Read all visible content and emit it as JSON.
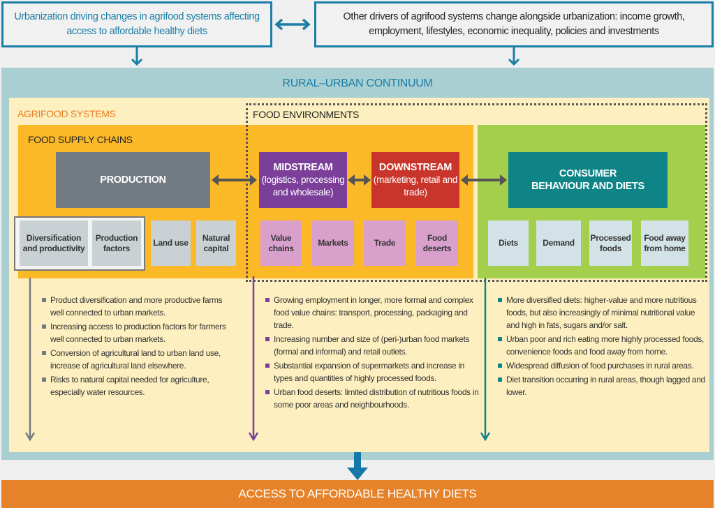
{
  "drivers": {
    "urbanization": "Urbanization driving changes in agrifood systems affecting access to affordable healthy diets",
    "other": "Other drivers of agrifood systems change alongside urbanization: income growth, employment, lifestyles, economic inequality, policies and investments"
  },
  "continuum_title": "RURAL–URBAN CONTINUUM",
  "agrifood_title": "AGRIFOOD SYSTEMS",
  "food_env_title": "FOOD ENVIRONMENTS",
  "supply_chains_title": "FOOD SUPPLY CHAINS",
  "production": "PRODUCTION",
  "midstream": {
    "title": "MIDSTREAM",
    "sub": "(logistics, processing and wholesale)"
  },
  "downstream": {
    "title": "DOWNSTREAM",
    "sub": "(marketing, retail and trade)"
  },
  "consumer": "CONSUMER BEHAVIOUR AND DIETS",
  "production_items": [
    "Diversification and productivity",
    "Production factors",
    "Land use",
    "Natural capital"
  ],
  "environment_items": [
    "Value chains",
    "Markets",
    "Trade",
    "Food deserts"
  ],
  "consumer_items": [
    "Diets",
    "Demand",
    "Processed foods",
    "Food away from home"
  ],
  "production_bullets": [
    "Product diversification and more productive farms well connected to urban markets.",
    "Increasing access to production factors for farmers well connected to urban markets.",
    "Conversion of agricultural land to urban land use, increase of agricultural land elsewhere.",
    "Risks to natural capital needed for agriculture, especially water resources."
  ],
  "midstream_bullets": [
    "Growing employment in longer, more formal and complex food value chains: transport, processing, packaging and trade.",
    "Increasing number and size of (peri-)urban food markets (formal and informal) and retail outlets.",
    "Substantial expansion of supermarkets and increase in types and quantities of highly processed foods.",
    "Urban food deserts: limited distribution of nutritious foods in some poor areas and neighbourhoods."
  ],
  "consumer_bullets": [
    "More diversified diets: higher-value and more nutritious foods, but also increasingly of minimal nutritional value and high in fats, sugars and/or salt.",
    "Urban poor and rich eating more highly processed foods, convenience foods and food away from home.",
    "Widespread diffusion of food purchases in rural areas.",
    "Diet transition occurring in rural areas, though lagged and lower."
  ],
  "outcome": "ACCESS TO AFFORDABLE HEALTHY DIETS",
  "colors": {
    "blue": "#1a7ea6",
    "orange": "#fbb928",
    "green": "#a4cf4d",
    "purple": "#7b3f9a",
    "red": "#c9352a",
    "teal": "#0e8487",
    "gray": "#737b82",
    "outcome": "#e6822a"
  }
}
